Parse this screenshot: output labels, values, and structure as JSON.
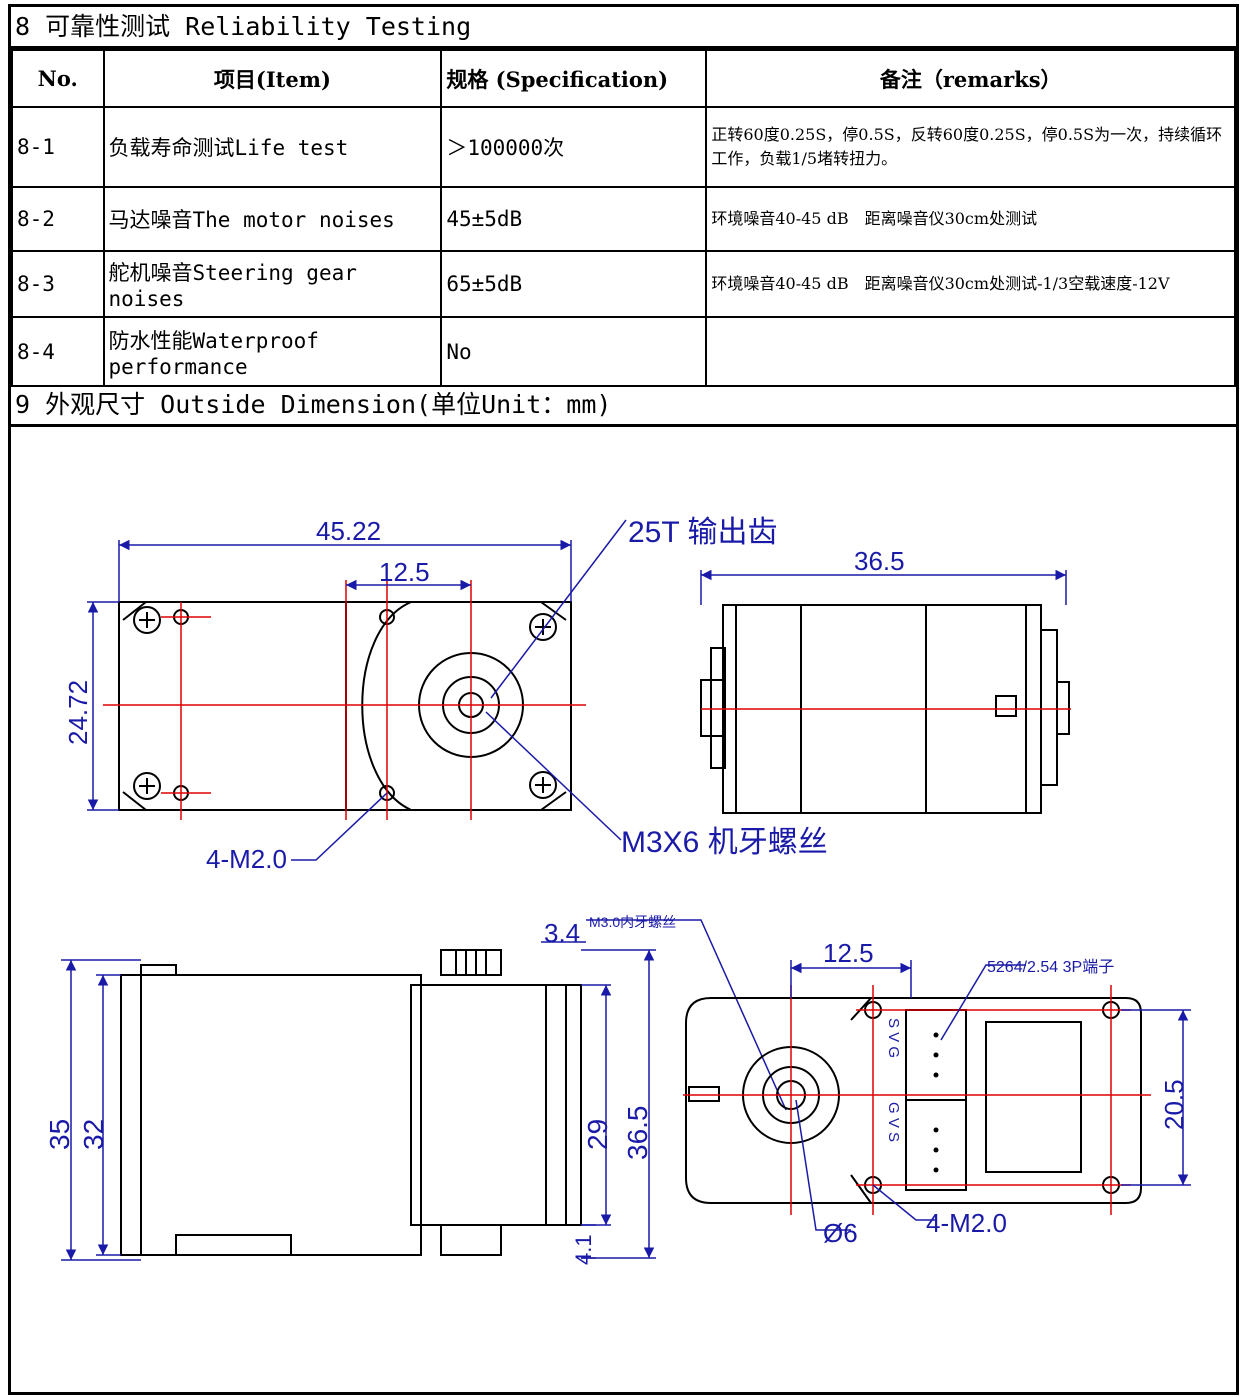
{
  "section8": {
    "title": "8 可靠性测试 Reliability  Testing",
    "headers": {
      "no": "No.",
      "item": "项目(Item)",
      "spec": "规格 (Specification)",
      "remarks": "备注（remarks）"
    },
    "rows": [
      {
        "no": "8-1",
        "item": "负载寿命测试Life test",
        "spec": "＞100000次",
        "remarks": "正转60度0.25S，停0.5S，反转60度0.25S，停0.5S为一次，持续循环工作，负载1/5堵转扭力。"
      },
      {
        "no": "8-2",
        "item": "马达噪音The motor noises",
        "spec": "45±5dB",
        "remarks": "环境噪音40-45 dB　距离噪音仪30cm处测试"
      },
      {
        "no": "8-3",
        "item": "舵机噪音Steering gear noises",
        "spec": "65±5dB",
        "remarks": "环境噪音40-45 dB　距离噪音仪30cm处测试-1/3空载速度-12V"
      },
      {
        "no": "8-4",
        "item": "防水性能Waterproof performance",
        "spec": "No",
        "remarks": ""
      }
    ]
  },
  "section9": {
    "title": "9 外观尺寸 Outside Dimension(单位Unit：mm)"
  },
  "drawing": {
    "top_view": {
      "width": "45.22",
      "offset": "12.5",
      "height": "24.72",
      "spline": "25T 输出齿",
      "holes": "4-M2.0",
      "screws": "M3X6 机牙螺丝"
    },
    "side_view": {
      "depth": "36.5"
    },
    "front_view": {
      "h1": "35",
      "h2": "32",
      "h3": "29",
      "h4": "36.5",
      "top_offset": "3.4",
      "bottom_offset": "4.1",
      "screw_note": "M3.0内牙螺丝"
    },
    "bottom_view": {
      "offset": "12.5",
      "height": "20.5",
      "diameter": "Ø6",
      "holes": "4-M2.0",
      "connector": "5264/2.54  3P端子",
      "pins_a": "S V G",
      "pins_b": "G V S"
    }
  },
  "colors": {
    "dimension": "#1a1aa8",
    "centerline": "#e00000",
    "outline": "#000000"
  }
}
